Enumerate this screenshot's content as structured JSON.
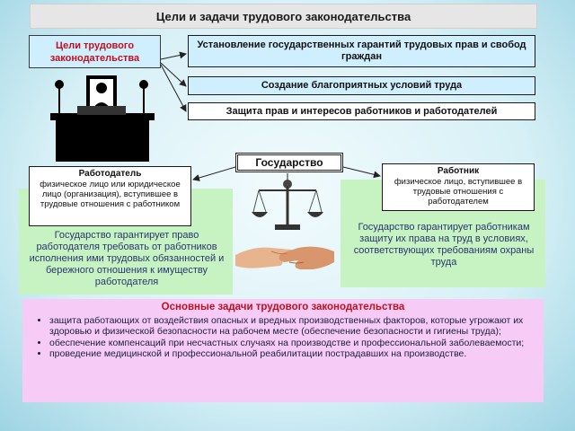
{
  "title": "Цели и задачи трудового законодательства",
  "goals": {
    "heading": "Цели трудового законодательства",
    "items": [
      "Установление государственных гарантий трудовых прав и свобод граждан",
      "Создание благоприятных условий труда",
      "Защита прав и интересов работников и работодателей"
    ]
  },
  "state": "Государство",
  "employer": {
    "heading": "Работодатель",
    "text": "физическое лицо или юридическое лицо (организация), вступившее в трудовые отношения с работником"
  },
  "employee": {
    "heading": "Работник",
    "text": "физическое лицо, вступившее в трудовые отношения с работодателем"
  },
  "guarantee_employer": "Государство гарантирует право работодателя требовать от работников исполнения ими трудовых обязанностей и бережного отношения к имуществу работодателя",
  "guarantee_employee": "Государство гарантирует работникам защиту их права на труд в условиях, соответствующих требованиям охраны труда",
  "tasks": {
    "heading": "Основные задачи трудового законодательства",
    "items": [
      "защита работающих от воздействия опасных и вредных производственных факторов, которые угрожают их здоровью и физической безопасности на рабочем месте (обеспечение безопасности и гигиены труда);",
      "обеспечение компенсаций при несчастных случаях на производстве и профессиональной заболеваемости;",
      "проведение медицинской и профессиональной реабилитации пострадавших на производстве."
    ]
  },
  "colors": {
    "goal_fill": "#cfefff",
    "heading_red": "#c0101e",
    "green_panel": "#c7f2c1",
    "tasks_panel": "#f6ccf6",
    "panel_text": "#2a3570"
  },
  "icons": [
    "judge-illustration",
    "scales-icon",
    "handshake-icon"
  ]
}
